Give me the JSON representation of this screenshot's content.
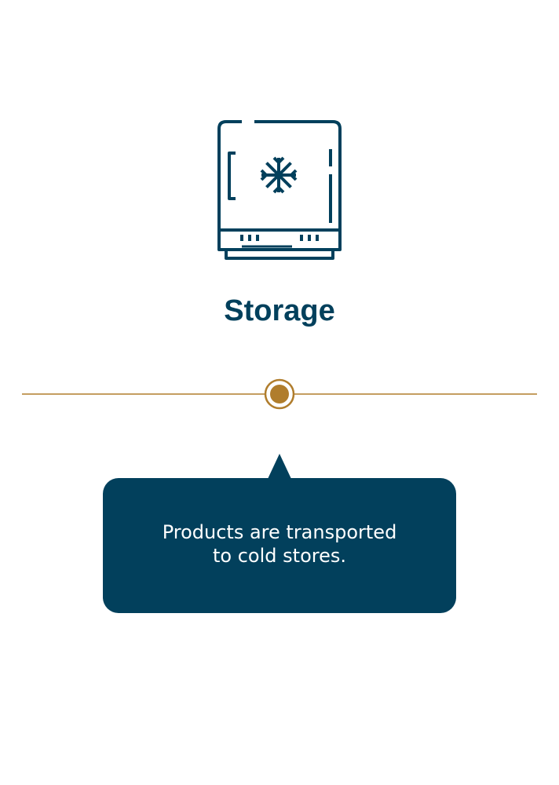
{
  "step": {
    "title": "Storage",
    "description_lines": [
      "Products are transported",
      "to cold stores."
    ]
  },
  "icon": {
    "name": "freezer-icon"
  },
  "colors": {
    "primary": "#02405c",
    "accent": "#b07d2c",
    "text_on_primary": "#ffffff",
    "background": "#ffffff"
  }
}
